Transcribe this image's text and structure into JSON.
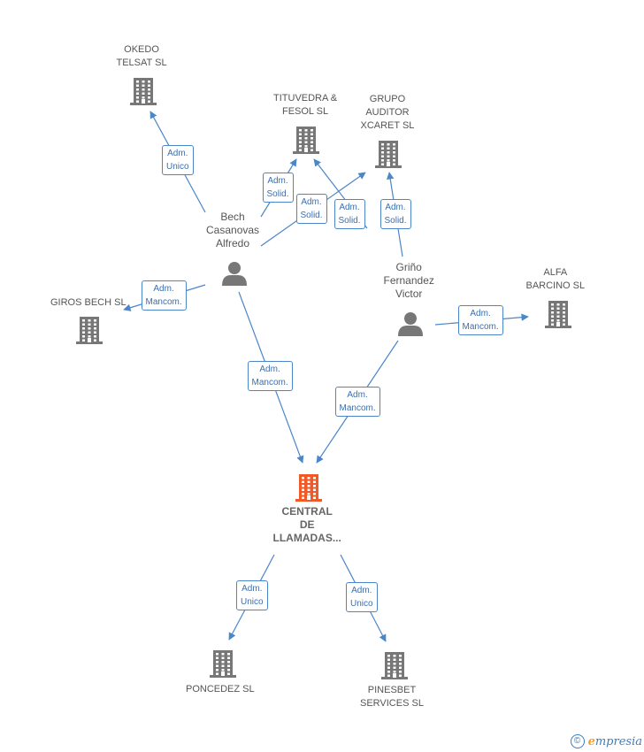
{
  "colors": {
    "company": "#777777",
    "center": "#f05a28",
    "person": "#777777",
    "edge": "#4a86c8"
  },
  "nodes": [
    {
      "id": "okedo",
      "type": "company",
      "label": "OKEDO\nTELSAT SL"
    },
    {
      "id": "tituvedra",
      "type": "company",
      "label": "TITUVEDRA &\nFESOL SL"
    },
    {
      "id": "grupo",
      "type": "company",
      "label": "GRUPO\nAUDITOR\nXCARET SL"
    },
    {
      "id": "bech",
      "type": "person",
      "label": "Bech\nCasanovas\nAlfredo"
    },
    {
      "id": "girosbech",
      "type": "company",
      "label": "GIROS BECH  SL"
    },
    {
      "id": "grino",
      "type": "person",
      "label": "Griño\nFernandez\nVictor"
    },
    {
      "id": "alfa",
      "type": "company",
      "label": "ALFA\nBARCINO  SL"
    },
    {
      "id": "central",
      "type": "center",
      "label": "CENTRAL\nDE\nLLAMADAS..."
    },
    {
      "id": "poncedez",
      "type": "company",
      "label": "PONCEDEZ SL"
    },
    {
      "id": "pinesbet",
      "type": "company",
      "label": "PINESBET\nSERVICES SL"
    }
  ],
  "edges": [
    {
      "from": "bech",
      "to": "okedo",
      "label": "Adm.\nUnico"
    },
    {
      "from": "bech",
      "to": "tituvedra",
      "label": "Adm.\nSolid."
    },
    {
      "from": "bech",
      "to": "grupo",
      "label": "Adm.\nSolid."
    },
    {
      "from": "grino",
      "to": "tituvedra",
      "label": "Adm.\nSolid."
    },
    {
      "from": "grino",
      "to": "grupo",
      "label": "Adm.\nSolid."
    },
    {
      "from": "bech",
      "to": "girosbech",
      "label": "Adm.\nMancom."
    },
    {
      "from": "grino",
      "to": "alfa",
      "label": "Adm.\nMancom."
    },
    {
      "from": "bech",
      "to": "central",
      "label": "Adm.\nMancom."
    },
    {
      "from": "grino",
      "to": "central",
      "label": "Adm.\nMancom."
    },
    {
      "from": "central",
      "to": "poncedez",
      "label": "Adm.\nUnico"
    },
    {
      "from": "central",
      "to": "pinesbet",
      "label": "Adm.\nUnico"
    }
  ],
  "footer": {
    "copyright_symbol": "©",
    "brand_initial": "e",
    "brand_rest": "mpresia"
  }
}
